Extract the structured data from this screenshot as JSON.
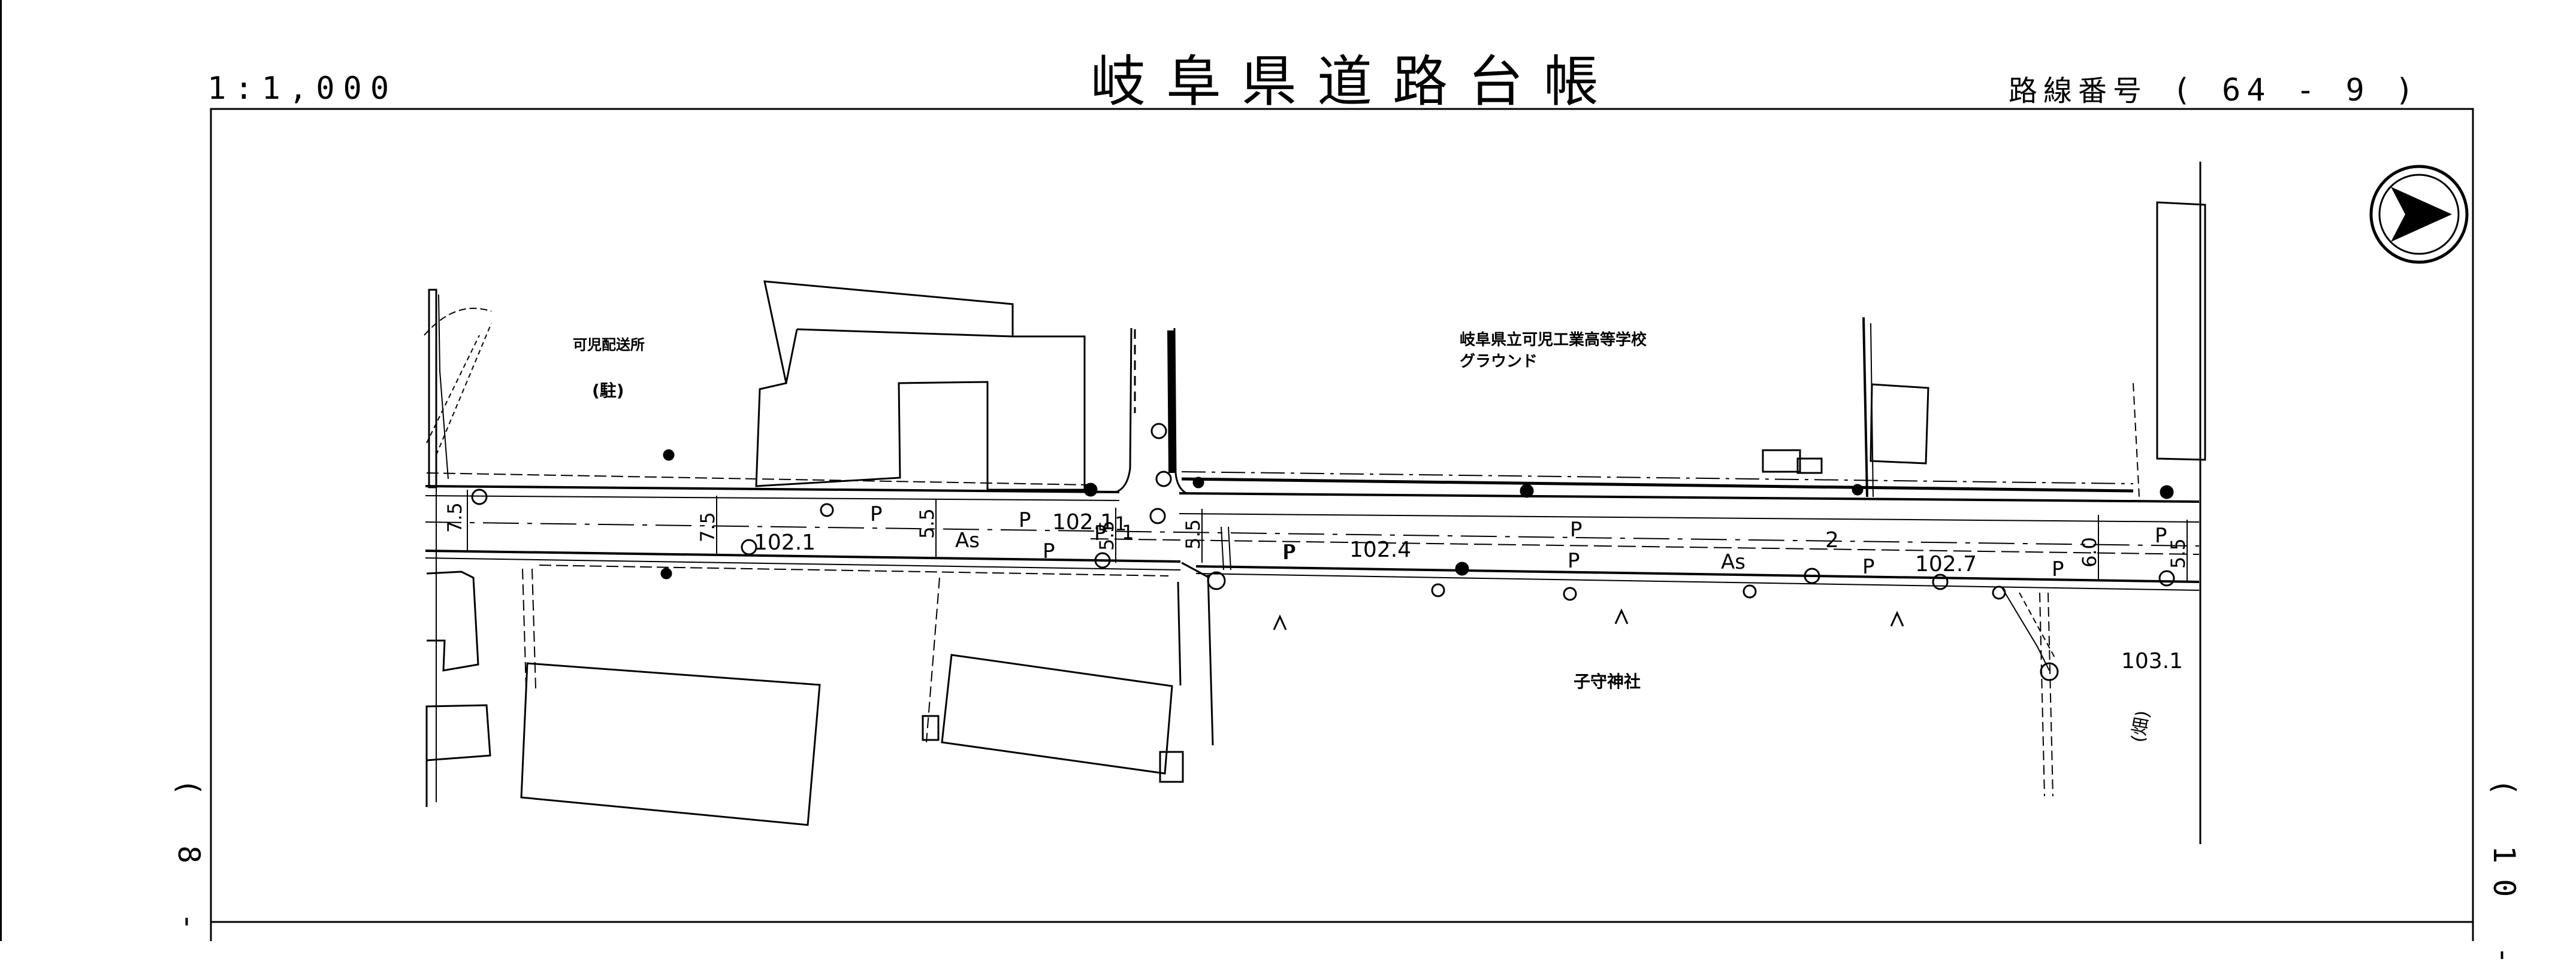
{
  "header": {
    "scale": "1:1,000",
    "title": "岐阜県道路台帳",
    "route_label": "路線番号",
    "route_value": "( 64 - 9 )"
  },
  "side_markers": {
    "left": "( 8 -",
    "right": "( 10 -"
  },
  "map": {
    "labels": {
      "school_name": "岐阜県立可児工業高等学校",
      "ground": "グラウンド",
      "parking_owner": "可児配送所",
      "parking": "(駐)",
      "shrine": "子守神社",
      "field_mark": "(畑)"
    },
    "elevations": [
      "102.1",
      "102.1",
      "102.4",
      "102.7",
      "103.1"
    ],
    "widths": [
      "7.5",
      "7.5",
      "5.5",
      "5.5",
      "5.5",
      "6.0",
      "5.5",
      "1",
      "1",
      "2"
    ],
    "surface_marks": [
      "P",
      "P",
      "P",
      "P",
      "P",
      "P",
      "P",
      "P",
      "P",
      "P",
      "P"
    ],
    "pavement": [
      "As",
      "As"
    ]
  },
  "north_arrow": "north-arrow-icon"
}
